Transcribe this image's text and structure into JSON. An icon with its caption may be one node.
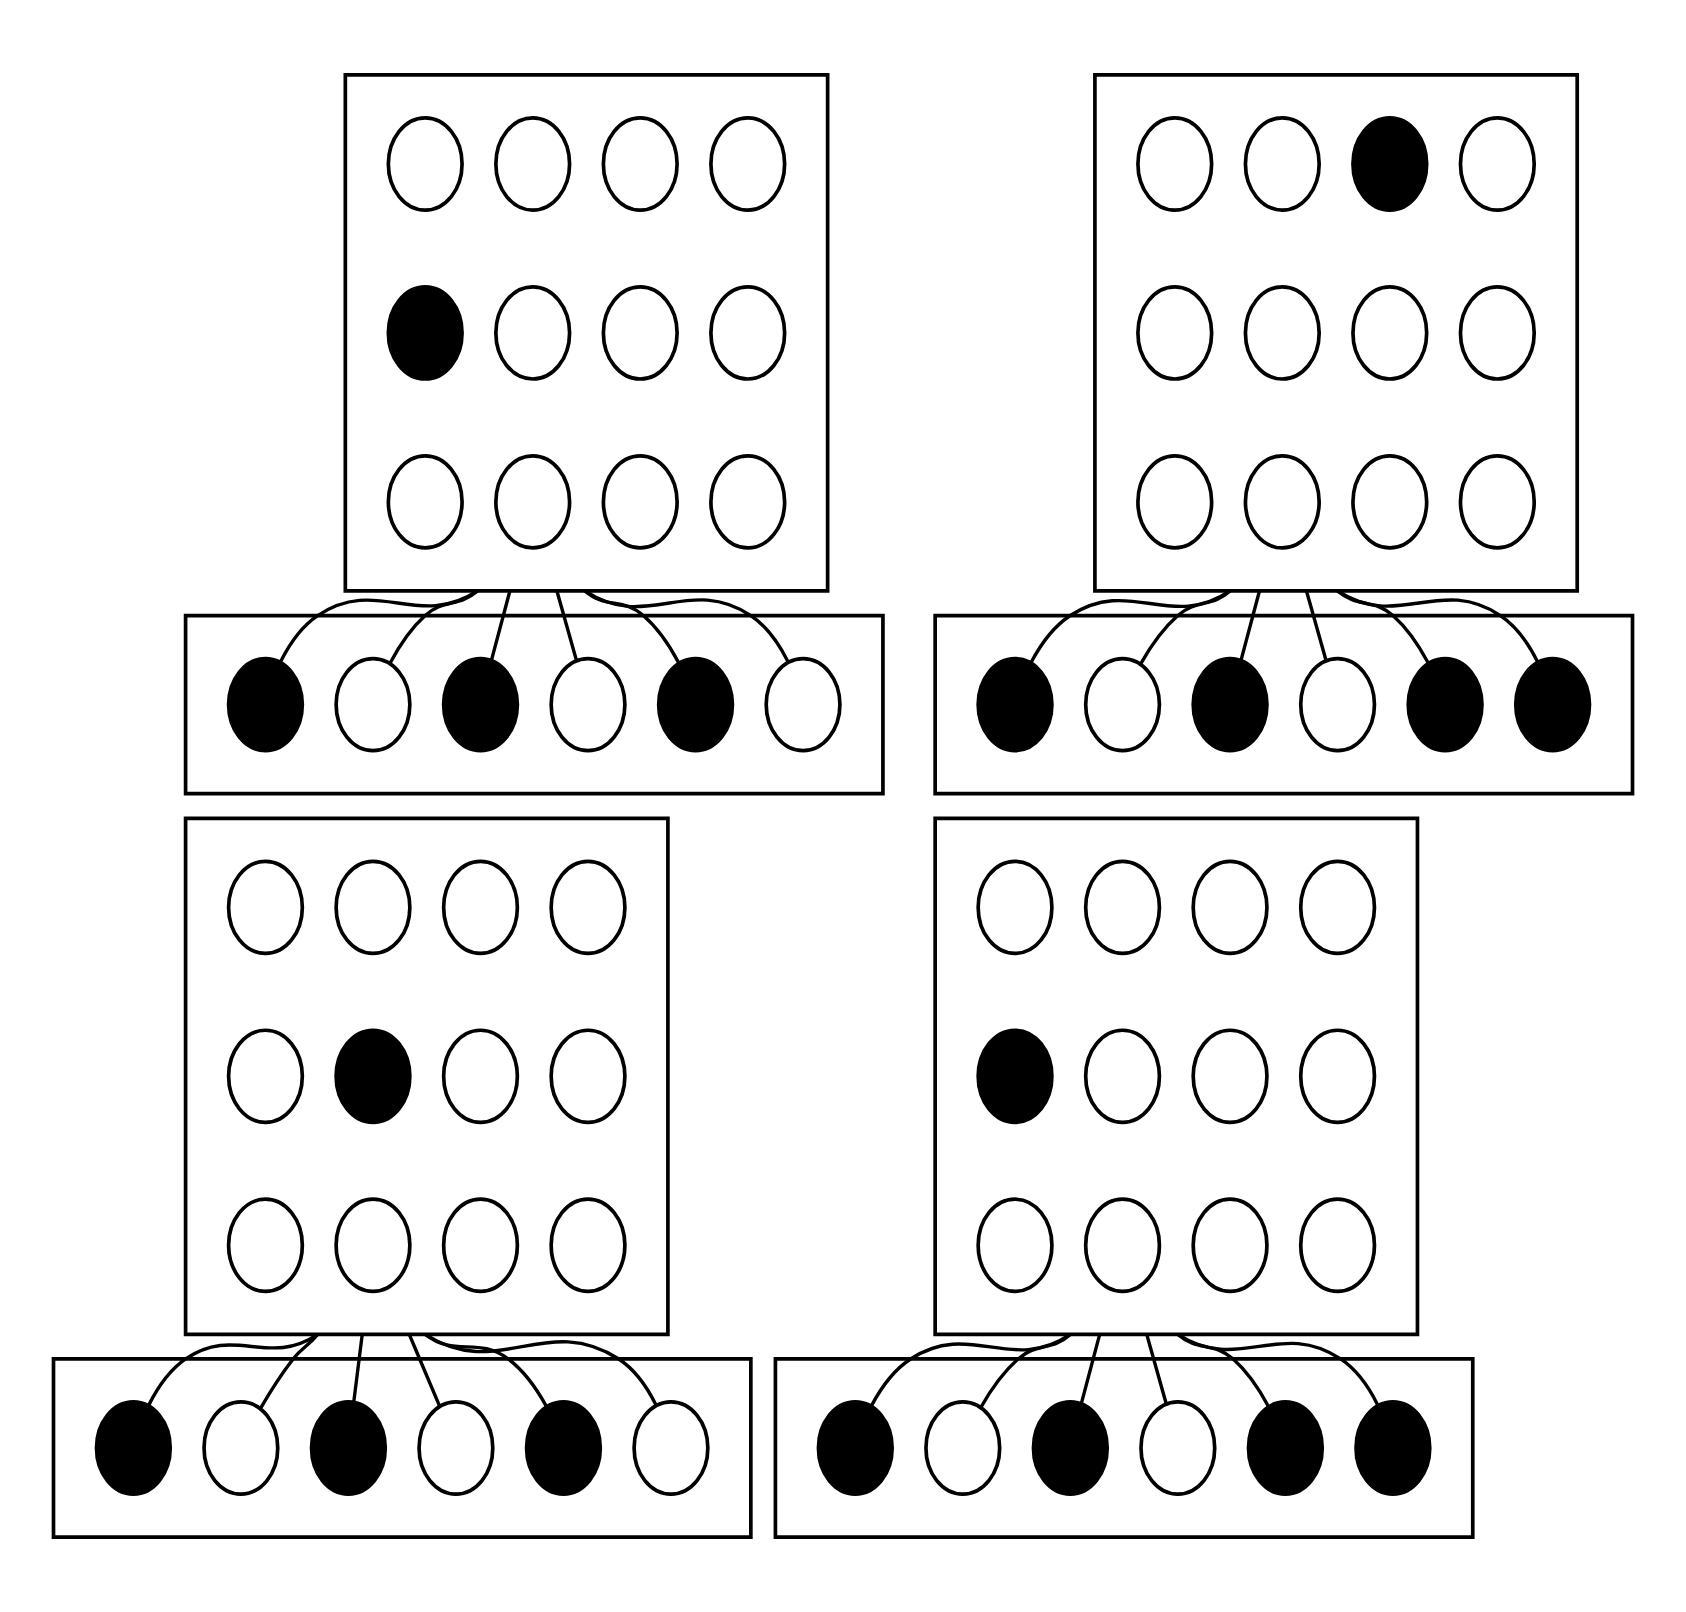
{
  "diagram": {
    "nodes": [
      {
        "text": [],
        "shape": "parallelogram"
      },
      {
        "text": [],
        "shape": "circle",
        "in": 0
      },
      {
        "text": [],
        "shape": "circle",
        "in": 0
      },
      {
        "text": [],
        "shape": "circle",
        "in": 0
      },
      {
        "text": [],
        "shape": "circle",
        "in": 0
      },
      {
        "text": [],
        "shape": "circle",
        "in": 0
      },
      {
        "text": [],
        "shape": "circle",
        "in": 0
      },
      {
        "text": [],
        "shape": "circle",
        "in": 0
      },
      {
        "text": [],
        "shape": "circle",
        "in": 0
      },
      {
        "text": [],
        "shape": "circle",
        "in": 0
      },
      {
        "text": [],
        "shape": "circle",
        "in": 0
      },
      {
        "text": [],
        "shape": "circle",
        "in": 0
      },
      {
        "text": [],
        "shape": "circle",
        "in": 0
      },
      {
        "text": [],
        "shape": "box"
      },
      {
        "text": [],
        "shape": "circle",
        "in": 13
      },
      {
        "text": [],
        "shape": "circle",
        "in": 13
      },
      {
        "text": [],
        "shape": "circle",
        "in": 13
      },
      {
        "text": [],
        "shape": "circle",
        "in": 13
      },
      {
        "text": [],
        "shape": "circle",
        "in": 13
      },
      {
        "text": [],
        "shape": "circle",
        "in": 13
      },
      {
        "text": [],
        "shape": "parallelogram"
      },
      {
        "text": [],
        "shape": "circle",
        "in": 20
      },
      {
        "text": [],
        "shape": "circle",
        "in": 20
      },
      {
        "text": [],
        "shape": "circle",
        "in": 20
      },
      {
        "text": [],
        "shape": "circle",
        "in": 20
      },
      {
        "text": [],
        "shape": "circle",
        "in": 20
      },
      {
        "text": [],
        "shape": "circle",
        "in": 20
      },
      {
        "text": [],
        "shape": "circle",
        "in": 20
      },
      {
        "text": [],
        "shape": "circle",
        "in": 20
      },
      {
        "text": [],
        "shape": "circle",
        "in": 20
      },
      {
        "text": [],
        "shape": "circle",
        "in": 20
      },
      {
        "text": [],
        "shape": "circle",
        "in": 20
      },
      {
        "text": [],
        "shape": "circle",
        "in": 20
      },
      {
        "text": [],
        "shape": "box"
      },
      {
        "text": [],
        "shape": "circle",
        "in": 33
      },
      {
        "text": [],
        "shape": "circle",
        "in": 33
      },
      {
        "text": [],
        "shape": "circle",
        "in": 33
      },
      {
        "text": [],
        "shape": "circle",
        "in": 33
      },
      {
        "text": [],
        "shape": "circle",
        "in": 33
      },
      {
        "text": [],
        "shape": "circle",
        "in": 33
      },
      {
        "text": [],
        "shape": "parallelogram"
      },
      {
        "text": [],
        "shape": "circle",
        "in": 40
      },
      {
        "text": [],
        "shape": "circle",
        "in": 40
      },
      {
        "text": [],
        "shape": "circle",
        "in": 40
      },
      {
        "text": [],
        "shape": "circle",
        "in": 40
      },
      {
        "text": [],
        "shape": "circle",
        "in": 40
      },
      {
        "text": [],
        "shape": "circle",
        "in": 40
      },
      {
        "text": [],
        "shape": "circle",
        "in": 40
      },
      {
        "text": [],
        "shape": "circle",
        "in": 40
      },
      {
        "text": [],
        "shape": "circle",
        "in": 40
      },
      {
        "text": [],
        "shape": "circle",
        "in": 40
      },
      {
        "text": [],
        "shape": "circle",
        "in": 40
      },
      {
        "text": [],
        "shape": "circle",
        "in": 40
      },
      {
        "text": [],
        "shape": "box"
      },
      {
        "text": [],
        "shape": "circle",
        "in": 53
      },
      {
        "text": [],
        "shape": "circle",
        "in": 53
      },
      {
        "text": [],
        "shape": "circle",
        "in": 53
      },
      {
        "text": [],
        "shape": "circle",
        "in": 53
      },
      {
        "text": [],
        "shape": "circle",
        "in": 53
      },
      {
        "text": [],
        "shape": "circle",
        "in": 53
      },
      {
        "text": [],
        "shape": "parallelogram"
      },
      {
        "text": [],
        "shape": "circle",
        "in": 60
      },
      {
        "text": [],
        "shape": "circle",
        "in": 60
      },
      {
        "text": [],
        "shape": "circle",
        "in": 60
      },
      {
        "text": [],
        "shape": "circle",
        "in": 60
      },
      {
        "text": [],
        "shape": "circle",
        "in": 60
      },
      {
        "text": [],
        "shape": "circle",
        "in": 60
      },
      {
        "text": [],
        "shape": "circle",
        "in": 60
      },
      {
        "text": [],
        "shape": "circle",
        "in": 60
      },
      {
        "text": [],
        "shape": "circle",
        "in": 60
      },
      {
        "text": [],
        "shape": "circle",
        "in": 60
      },
      {
        "text": [],
        "shape": "circle",
        "in": 60
      },
      {
        "text": [],
        "shape": "circle",
        "in": 60
      },
      {
        "text": [],
        "shape": "box"
      },
      {
        "text": [],
        "shape": "circle",
        "in": 73
      },
      {
        "text": [],
        "shape": "circle",
        "in": 73
      },
      {
        "text": [],
        "shape": "circle",
        "in": 73
      },
      {
        "text": [],
        "shape": "circle",
        "in": 73
      },
      {
        "text": [],
        "shape": "circle",
        "in": 73
      },
      {
        "text": [],
        "shape": "circle",
        "in": 73
      }
    ],
    "edges": [
      {
        "from": 0,
        "to": 14,
        "arrow": "none"
      },
      {
        "from": 0,
        "to": 15,
        "arrow": "none"
      },
      {
        "from": 0,
        "to": 16,
        "arrow": "none"
      },
      {
        "from": 0,
        "to": 17,
        "arrow": "none"
      },
      {
        "from": 0,
        "to": 18,
        "arrow": "none"
      },
      {
        "from": 0,
        "to": 19,
        "arrow": "none"
      },
      {
        "from": 20,
        "to": 34,
        "arrow": "none"
      },
      {
        "from": 20,
        "to": 35,
        "arrow": "none"
      },
      {
        "from": 20,
        "to": 36,
        "arrow": "none"
      },
      {
        "from": 20,
        "to": 37,
        "arrow": "none"
      },
      {
        "from": 20,
        "to": 38,
        "arrow": "none"
      },
      {
        "from": 20,
        "to": 39,
        "arrow": "none"
      },
      {
        "from": 40,
        "to": 54,
        "arrow": "none"
      },
      {
        "from": 40,
        "to": 55,
        "arrow": "none"
      },
      {
        "from": 40,
        "to": 56,
        "arrow": "none"
      },
      {
        "from": 40,
        "to": 57,
        "arrow": "none"
      },
      {
        "from": 40,
        "to": 58,
        "arrow": "none"
      },
      {
        "from": 40,
        "to": 59,
        "arrow": "none"
      },
      {
        "from": 60,
        "to": 74,
        "arrow": "none"
      },
      {
        "from": 60,
        "to": 75,
        "arrow": "none"
      },
      {
        "from": 60,
        "to": 76,
        "arrow": "none"
      },
      {
        "from": 60,
        "to": 77,
        "arrow": "none"
      },
      {
        "from": 60,
        "to": 78,
        "arrow": "none"
      },
      {
        "from": 60,
        "to": 79,
        "arrow": "none"
      }
    ]
  }
}
